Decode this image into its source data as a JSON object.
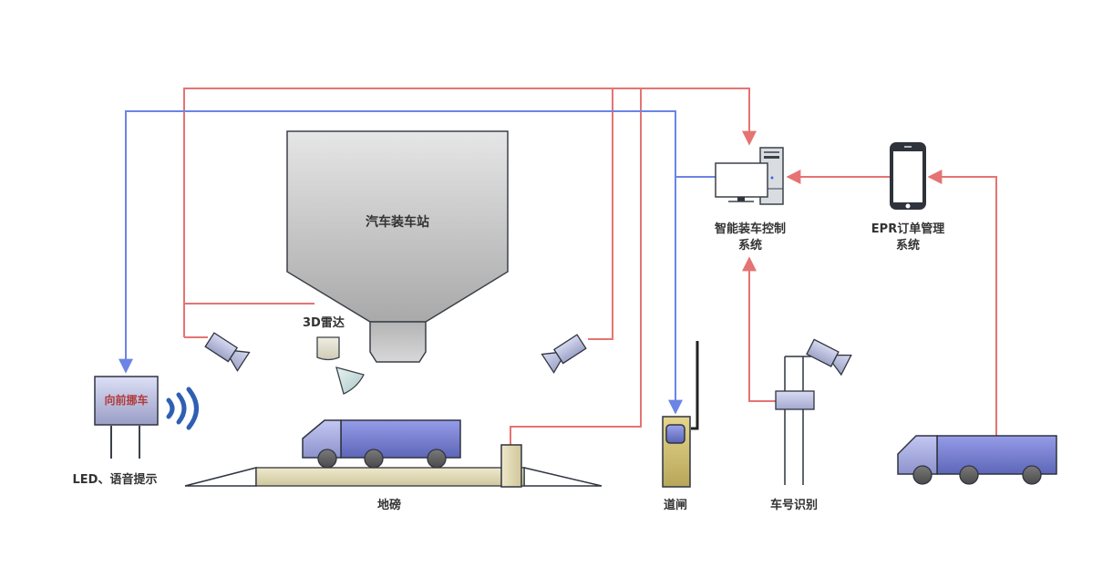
{
  "diagram": {
    "title": "汽车装车站",
    "colors": {
      "signal_red": "#e57373",
      "signal_blue": "#6b84e6",
      "truck_blue": "#7c86d9",
      "hopper_gray": "#c8c8c8",
      "scale_beige": "#e3dcb9",
      "gate_yellow": "#d2c17b",
      "wifi_blue": "#2f5fb3",
      "sign_text_red": "#b03a3a"
    },
    "nodes": {
      "loading_station": {
        "label": "汽车装车站"
      },
      "radar_3d": {
        "label": "3D雷达"
      },
      "led_sign": {
        "label": "LED、语音提示",
        "display_text": "向前挪车"
      },
      "weighbridge": {
        "label": "地磅"
      },
      "barrier_gate": {
        "label": "道闸"
      },
      "plate_recognition": {
        "label": "车号识别"
      },
      "control_system": {
        "label_line1": "智能装车控制",
        "label_line2": "系统"
      },
      "epr_system": {
        "label_line1": "EPR订单管理",
        "label_line2": "系统"
      }
    },
    "connections": [
      {
        "from": "left-camera",
        "to": "control_system",
        "color": "red"
      },
      {
        "from": "radar_3d",
        "to": "control_system",
        "color": "red"
      },
      {
        "from": "right-camera",
        "to": "control_system",
        "color": "red"
      },
      {
        "from": "weighbridge-sensor",
        "to": "control_system",
        "color": "red"
      },
      {
        "from": "control_system",
        "to": "led_sign",
        "color": "blue"
      },
      {
        "from": "control_system",
        "to": "barrier_gate",
        "color": "blue"
      },
      {
        "from": "plate_recognition",
        "to": "control_system",
        "color": "red"
      },
      {
        "from": "epr_system",
        "to": "control_system",
        "color": "red"
      },
      {
        "from": "incoming-truck",
        "to": "epr_system",
        "color": "red"
      }
    ]
  }
}
